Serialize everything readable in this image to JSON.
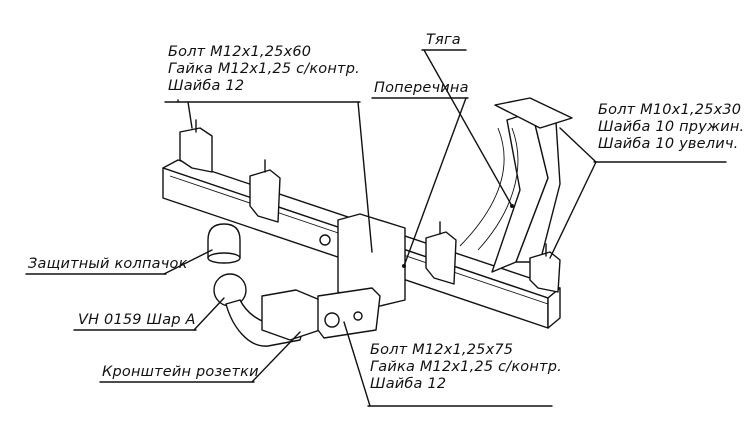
{
  "labels": {
    "bolt_top": [
      "Болт М12х1,25х60",
      "Гайка М12х1,25 с/контр.",
      "Шайба 12"
    ],
    "crossbar": "Поперечина",
    "rod": "Тяга",
    "bolt_right": [
      "Болт М10х1,25х30",
      "Шайба 10 пружин.",
      "Шайба 10 увелич."
    ],
    "cap": "Защитный колпачок",
    "ball": "VH 0159 Шар А",
    "bracket": "Кронштейн розетки",
    "bolt_bottom": [
      "Болт М12х1,25х75",
      "Гайка М12х1,25 с/контр.",
      "Шайба 12"
    ]
  }
}
